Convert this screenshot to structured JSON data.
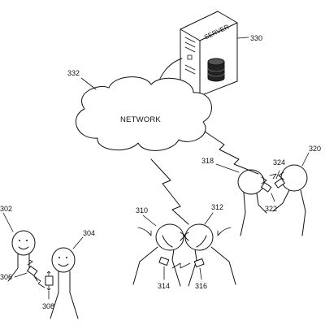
{
  "server": {
    "title": "SERVER",
    "ref": "330"
  },
  "network": {
    "label": "NETWORK",
    "ref": "332"
  },
  "refs": {
    "r302": "302",
    "r304": "304",
    "r306": "306",
    "r308": "308",
    "r310": "310",
    "r312": "312",
    "r314": "314",
    "r316": "316",
    "r318": "318",
    "r320": "320",
    "r322": "322",
    "r324": "324"
  },
  "colors": {
    "stroke": "#111111",
    "background": "#ffffff"
  }
}
